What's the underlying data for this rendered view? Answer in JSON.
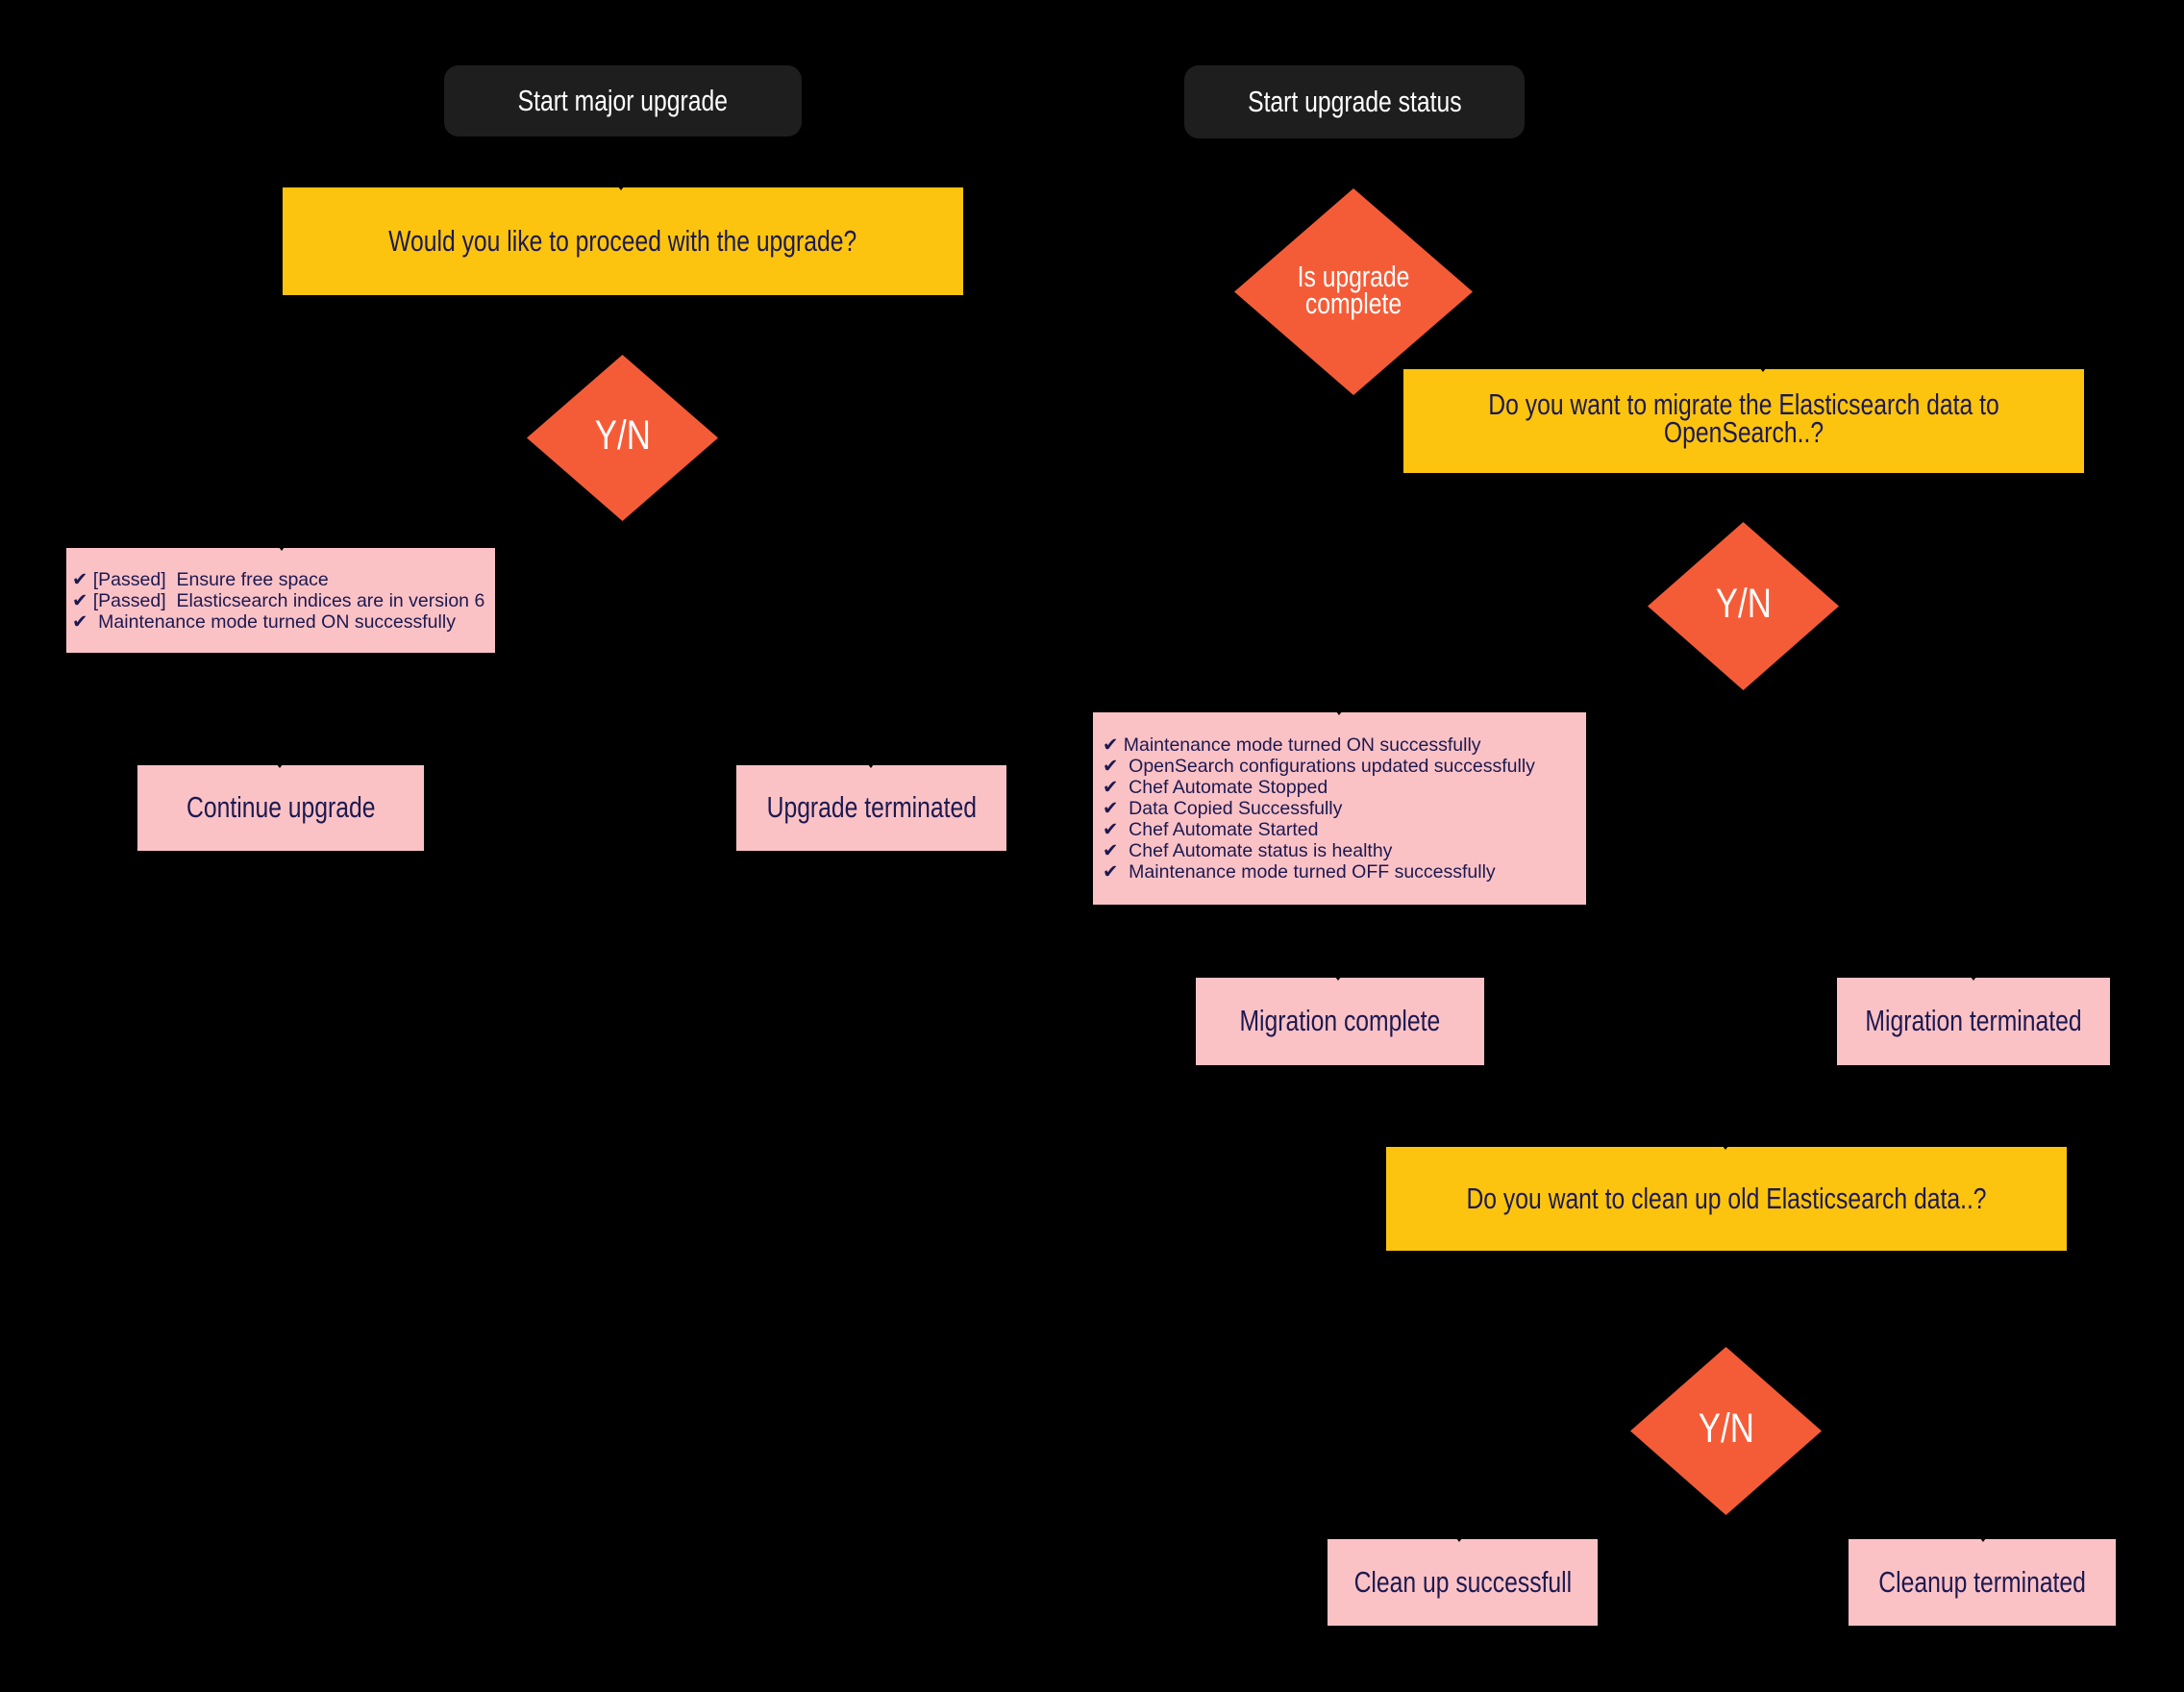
{
  "diagram": {
    "background": "#000000",
    "colors": {
      "start_node_fill": "#1e1e1e",
      "question_fill": "#fcc40e",
      "decision_fill": "#f45c38",
      "result_fill": "#fbc2c6",
      "dark_text": "#1c1950",
      "light_text": "#ffffff"
    },
    "major_upgrade_flow": {
      "start": "Start major upgrade",
      "question_proceed": "Would you like to proceed with the upgrade?",
      "decision_proceed": "Y/N",
      "pre_upgrade_checks": [
        "✔ [Passed]  Ensure free space",
        "✔ [Passed]  Elasticsearch indices are in version 6",
        "✔  Maintenance mode turned ON successfully"
      ],
      "result_yes": "Continue upgrade",
      "result_no": "Upgrade terminated"
    },
    "upgrade_status_flow": {
      "start": "Start upgrade status",
      "decision_upgrade_complete": "Is upgrade complete",
      "question_migrate": "Do you want to migrate the Elasticsearch data to OpenSearch..?",
      "decision_migrate": "Y/N",
      "migration_steps": [
        "✔ Maintenance mode turned ON successfully",
        "✔  OpenSearch configurations updated successfully",
        "✔  Chef Automate Stopped",
        "✔  Data Copied Successfully",
        "✔  Chef Automate Started",
        "✔  Chef Automate status is healthy",
        "✔  Maintenance mode turned OFF successfully"
      ],
      "result_migrate_yes": "Migration complete",
      "result_migrate_no": "Migration terminated",
      "question_cleanup": "Do you want to clean up old Elasticsearch data..?",
      "decision_cleanup": "Y/N",
      "result_cleanup_yes": "Clean up successfull",
      "result_cleanup_no": "Cleanup terminated"
    }
  }
}
